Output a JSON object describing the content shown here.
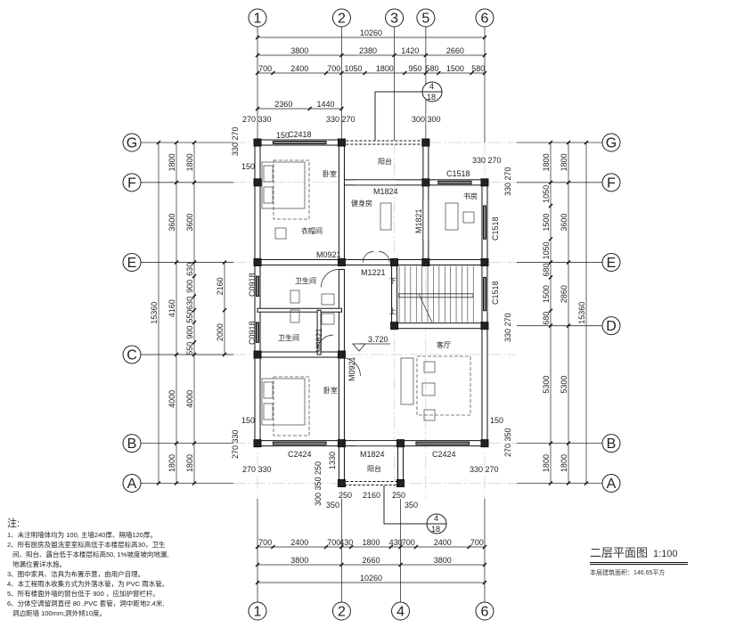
{
  "axes": {
    "top": [
      "1",
      "2",
      "3",
      "5",
      "6"
    ],
    "bottom": [
      "1",
      "2",
      "4",
      "6"
    ],
    "left": [
      "G",
      "F",
      "E",
      "C",
      "B",
      "A"
    ],
    "right": [
      "G",
      "F",
      "E",
      "D",
      "B",
      "A"
    ]
  },
  "dimensions": {
    "top": [
      [
        10260
      ],
      [
        3800,
        2380,
        1420,
        2660
      ],
      [
        700,
        2400,
        700,
        1050,
        1800,
        950,
        580,
        1500,
        580
      ],
      [
        2360,
        1440
      ]
    ],
    "bottom": [
      [
        700,
        2400,
        700,
        430,
        1800,
        430,
        700,
        2400,
        700
      ],
      [
        3800,
        2660,
        3800
      ],
      [
        10260
      ]
    ],
    "left": [
      [
        15360
      ],
      [
        1800,
        3600,
        4160,
        4000,
        1800
      ],
      [
        1800,
        3600,
        630,
        900,
        630,
        550,
        900,
        550,
        4000,
        1800
      ],
      [
        2160,
        2000
      ]
    ],
    "right": [
      [
        1800,
        1050,
        1500,
        1050,
        680,
        1500,
        680,
        5300,
        1800
      ],
      [
        1800,
        3600,
        2860,
        5300,
        1800
      ],
      [
        15360
      ]
    ]
  },
  "small_dims": {
    "tl": "270 330",
    "tm": "330 270",
    "tr": "300 300",
    "fr": "330 270",
    "bl": "270 330",
    "br": "330 270",
    "g_left": "330 270",
    "b_left": "270 330",
    "f_right": "330 270",
    "d_right": "330 270",
    "b_right": "270 350",
    "w150a": "150",
    "w150b": "150",
    "w150c": "150",
    "w150d": "150",
    "bal_1330": "1330",
    "bal_2160": "2160",
    "bal_250a": "250",
    "bal_250b": "250",
    "bal_350a": "350",
    "bal_350b": "350",
    "bal_side": "300 350 250"
  },
  "rooms": {
    "bedroom_top": "卧室",
    "balcony_top": "阳台",
    "gym": "健身房",
    "study": "书房",
    "closet": "衣帽间",
    "bath1": "卫生间",
    "bath2": "卫生间",
    "living": "客厅",
    "bedroom_bottom": "卧室",
    "balcony_bottom": "阳台",
    "stair_down": "下",
    "stair_up": "上"
  },
  "openings": {
    "c2418": "C2418",
    "m1824_top": "M1824",
    "c1518_top": "C1518",
    "m1821": "M1821",
    "c1518_right1": "C1518",
    "m0921_top": "M0921",
    "m1221": "M1221",
    "c0918_1": "C0918",
    "c0918_2": "C0918",
    "m0821": "M0821",
    "m0921_bottom": "M0921",
    "c1518_right2": "C1518",
    "c2424_left": "C2424",
    "m1824_bottom": "M1824",
    "c2424_right": "C2424"
  },
  "elevation": "3.720",
  "section_marks": [
    {
      "num": "4",
      "sheet": "18"
    },
    {
      "num": "4",
      "sheet": "18"
    }
  ],
  "notes": {
    "heading": "注:",
    "lines": [
      "1、未注明墙体均为 100, 主墙240厚、隔墙120厚。",
      "2、所有厨房及盥洗室室标高低于本楼层标高30，卫生",
      "间、阳台、露台低于本楼层标高50, 1%坡度坡向地漏,",
      "地漏位置详水施。",
      "3、图中家具、洁具为布置示意，由用户自理。",
      "4、本工程雨水收集方式为外落水管，为 PVC 雨水管。",
      "5、所有楼面外墙的窗台低于 900 ，应加护窗栏杆。",
      "6、分体空调留洞直径 80 ,PVC 套管，洞中距地2.4米,",
      "洞边距墙 100mm,洞外倾10度。"
    ]
  },
  "title": {
    "name": "二层平面图",
    "scale": "1:100",
    "area": "本层建筑面积：146.65平方"
  }
}
